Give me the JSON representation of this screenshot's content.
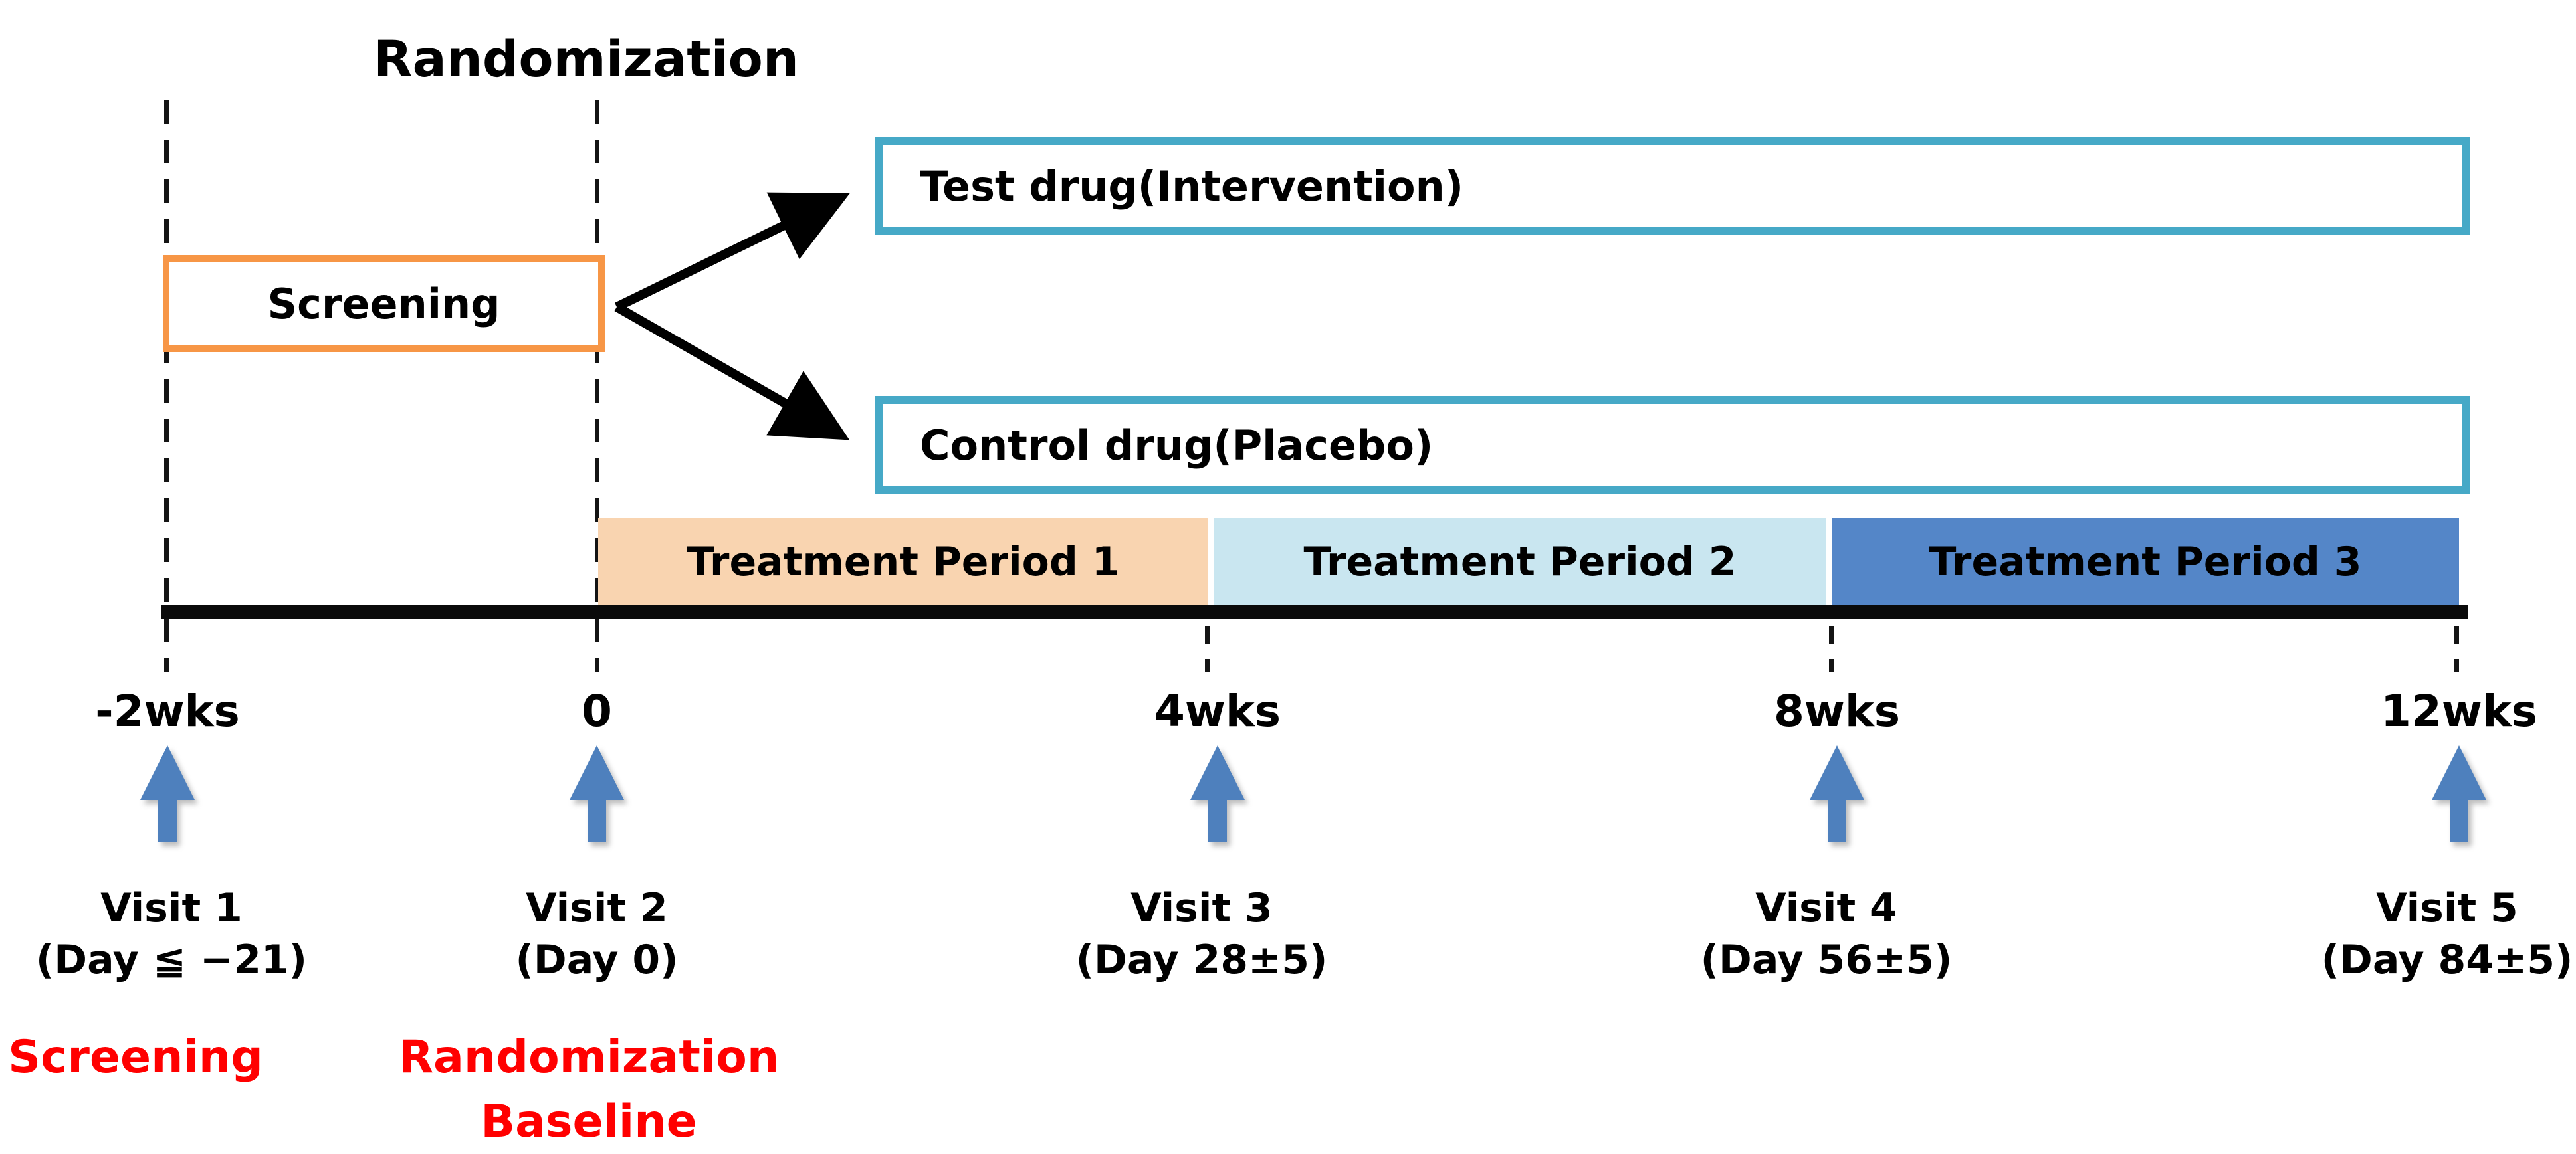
{
  "title": "Randomization",
  "screening_box": {
    "label": "Screening"
  },
  "arms": [
    {
      "label": "Test drug(Intervention)"
    },
    {
      "label": "Control drug(Placebo)"
    }
  ],
  "treatment_periods": [
    {
      "label": "Treatment Period 1",
      "fill": "#F9D4B0"
    },
    {
      "label": "Treatment Period 2",
      "fill": "#C9E6F0"
    },
    {
      "label": "Treatment Period 3",
      "fill": "#5486C8"
    }
  ],
  "timeline": {
    "ticks": [
      "-2wks",
      "0",
      "4wks",
      "8wks",
      "12wks"
    ]
  },
  "visits": [
    {
      "name": "Visit 1",
      "day": "(Day ≦ −21)",
      "annotations": [
        "Screening"
      ]
    },
    {
      "name": "Visit 2",
      "day": "(Day 0)",
      "annotations": [
        "Randomization",
        "Baseline"
      ]
    },
    {
      "name": "Visit 3",
      "day": "(Day 28±5)",
      "annotations": []
    },
    {
      "name": "Visit 4",
      "day": "(Day 56±5)",
      "annotations": []
    },
    {
      "name": "Visit 5",
      "day": "(Day 84±5)",
      "annotations": []
    }
  ],
  "colors": {
    "screening_border_orange": "#F79646",
    "arm_border_teal": "#46A9C7",
    "period1_peach": "#F9D4B0",
    "period2_light_blue": "#C9E6F0",
    "period3_blue": "#5486C8",
    "visit_arrow_blue": "#4E80BD",
    "annotation_red": "#FF0000",
    "timeline_black": "#0A0A0A"
  }
}
